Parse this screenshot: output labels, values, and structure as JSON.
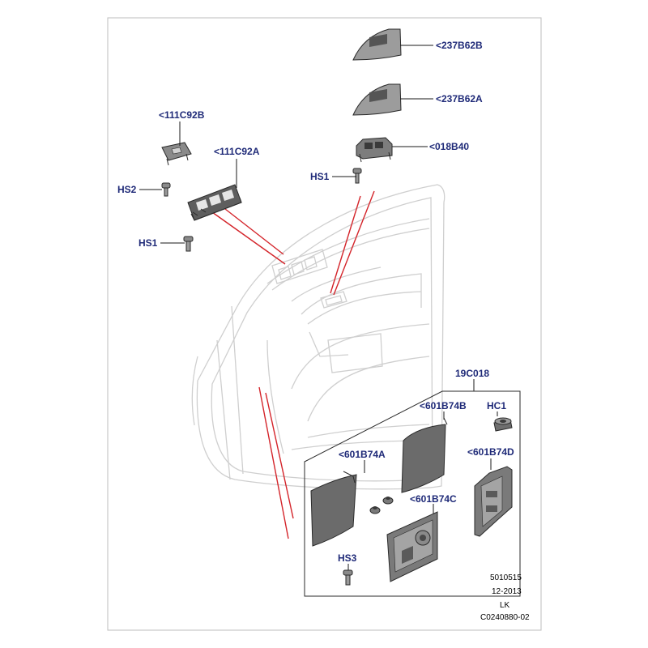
{
  "colors": {
    "callout_text": "#1f2a78",
    "leader_red": "#d4242a",
    "ghost_outline": "#cfcfcf",
    "part_fill": "#6b6b6b",
    "part_dark": "#2a2a2a"
  },
  "callouts": {
    "c237B62B": "<237B62B",
    "c237B62A": "<237B62A",
    "c018B40": "<018B40",
    "c111C92B": "<111C92B",
    "c111C92A": "<111C92A",
    "hs2": "HS2",
    "hs1_left": "HS1",
    "hs1_right": "HS1",
    "c19C018": "19C018",
    "c601B74B": "<601B74B",
    "hc1": "HC1",
    "c601B74A": "<601B74A",
    "c601B74D": "<601B74D",
    "c601B74C": "<601B74C",
    "hs3": "HS3"
  },
  "info_block": {
    "line1": "5010515",
    "line2": "12-2013",
    "line3": "LK",
    "line4": "C0240880-02"
  }
}
